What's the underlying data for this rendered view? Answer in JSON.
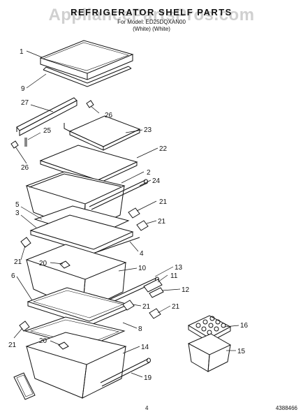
{
  "header": {
    "title": "REFRIGERATOR SHELF PARTS",
    "model_line": "For Model: ED25DQXAN00",
    "color_line": "(White) (White)"
  },
  "watermark": "AppliancePartsPros.com",
  "footer": {
    "page": "4",
    "doc_number": "4388466"
  },
  "callouts": [
    "1",
    "9",
    "27",
    "26",
    "25",
    "23",
    "26",
    "22",
    "2",
    "24",
    "5",
    "3",
    "21",
    "21",
    "4",
    "21",
    "20",
    "10",
    "13",
    "11",
    "12",
    "6",
    "21",
    "21",
    "8",
    "16",
    "21",
    "20",
    "15",
    "14",
    "19"
  ]
}
